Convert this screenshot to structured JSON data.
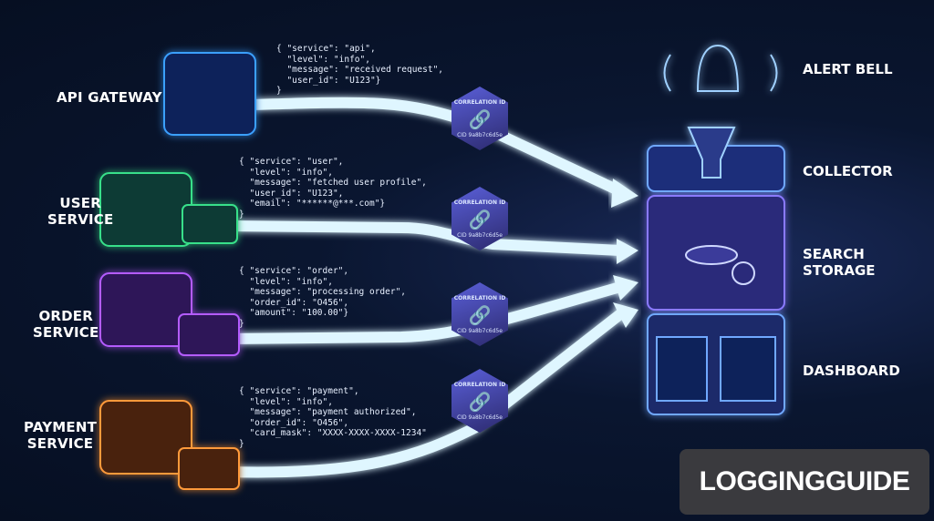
{
  "services": [
    {
      "label": "API GATEWAY",
      "color": "#3aa0ff"
    },
    {
      "label": "USER\nSERVICE",
      "color": "#38e08a"
    },
    {
      "label": "ORDER\nSERVICE",
      "color": "#b45cff"
    },
    {
      "label": "PAYMENT\nSERVICE",
      "color": "#ff9a3a"
    }
  ],
  "logs": [
    "{ \"service\": \"api\",\n  \"level\": \"info\",\n  \"message\": \"received request\",\n  \"user_id\": \"U123\"}\n}",
    "{ \"service\": \"user\",\n  \"level\": \"info\",\n  \"message\": \"fetched user profile\",\n  \"user_id\": \"U123\",\n  \"email\": \"******@***.com\"}\n}",
    "{ \"service\": \"order\",\n  \"level\": \"info\",\n  \"message\": \"processing order\",\n  \"order_id\": \"O456\",\n  \"amount\": \"100.00\"}\n}",
    "{ \"service\": \"payment\",\n  \"level\": \"info\",\n  \"message\": \"payment authorized\",\n  \"order_id\": \"O456\",\n  \"card_mask\": \"XXXX-XXXX-XXXX-1234\"\n}"
  ],
  "badge": {
    "title": "CORRELATION ID",
    "cid": "CID 9a8b7c6d5e"
  },
  "stack": {
    "alert": "ALERT BELL",
    "collector": "COLLECTOR",
    "storage": "SEARCH\nSTORAGE",
    "dashboard": "DASHBOARD"
  },
  "brand": "LOGGINGGUIDE"
}
